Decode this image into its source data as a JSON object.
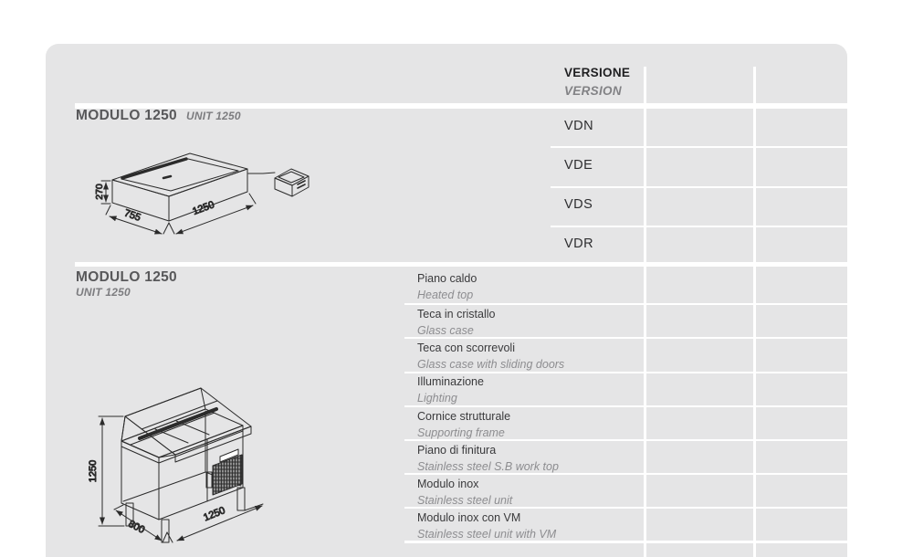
{
  "page": {
    "background": "#ffffff",
    "panel_color": "#e5e5e6",
    "line_color": "#2b2b2b"
  },
  "module_top": {
    "title": "MODULO 1250",
    "subtitle": "UNIT 1250"
  },
  "module_bottom": {
    "title": "MODULO 1250",
    "subtitle": "UNIT 1250"
  },
  "version_table": {
    "header": {
      "it": "VERSIONE",
      "en": "VERSION"
    },
    "rows": [
      {
        "code": "VDN"
      },
      {
        "code": "VDE"
      },
      {
        "code": "VDS"
      },
      {
        "code": "VDR"
      }
    ]
  },
  "features": {
    "rows": [
      {
        "it": "Piano caldo",
        "en": "Heated top"
      },
      {
        "it": "Teca in cristallo",
        "en": "Glass case"
      },
      {
        "it": "Teca con scorrevoli",
        "en": "Glass case with sliding doors"
      },
      {
        "it": "Illuminazione",
        "en": "Lighting"
      },
      {
        "it": "Cornice strutturale",
        "en": "Supporting frame"
      },
      {
        "it": "Piano di finitura",
        "en": "Stainless steel S.B work top"
      },
      {
        "it": "Modulo inox",
        "en": "Stainless steel unit"
      },
      {
        "it": "Modulo inox con VM",
        "en": "Stainless steel unit with VM"
      }
    ]
  },
  "drawing_top": {
    "dims": {
      "height": "270",
      "depth": "755",
      "width": "1250"
    }
  },
  "drawing_bottom": {
    "dims": {
      "height": "1250",
      "depth": "800",
      "width": "1250"
    }
  }
}
